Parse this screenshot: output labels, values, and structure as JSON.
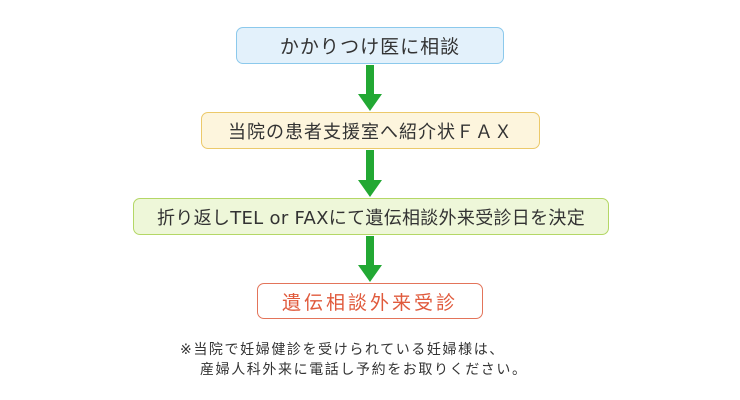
{
  "colors": {
    "step1_bg": "#e3f1fb",
    "step1_border": "#8cc9ec",
    "step2_bg": "#fdf5dd",
    "step2_border": "#ecc96a",
    "step3_bg": "#eef7d9",
    "step3_border": "#b4d766",
    "step4_bg": "#ffffff",
    "step4_border": "#e3745a",
    "step4_text": "#e05a3c",
    "arrow": "#22a833"
  },
  "steps": [
    {
      "label": "かかりつけ医に相談"
    },
    {
      "label": "当院の患者支援室へ紹介状ＦＡＸ"
    },
    {
      "label": "折り返しTEL or FAXにて遺伝相談外来受診日を決定"
    },
    {
      "label": "遺伝相談外来受診"
    }
  ],
  "note": {
    "line1": "※当院で妊婦健診を受けられている妊婦様は、",
    "line2": "産婦人科外来に電話し予約をお取りください。"
  }
}
